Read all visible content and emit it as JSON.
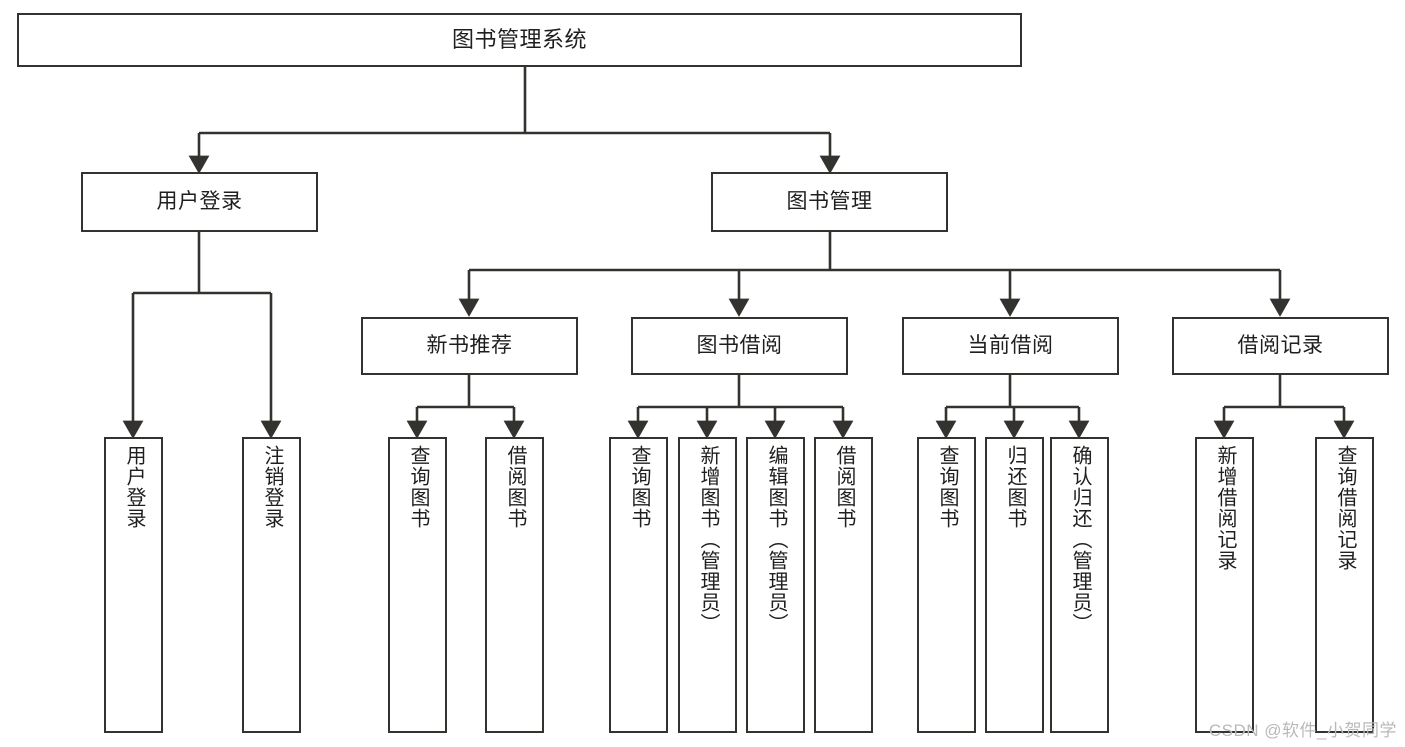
{
  "diagram": {
    "type": "tree",
    "title": "图书管理系统",
    "watermark": "CSDN @软件_小贺同学",
    "colors": {
      "box_border": "#33322f",
      "box_fill": "#ffffff",
      "edge": "#33322f",
      "text": "#1f1f1f",
      "watermark": "#b9b9b9"
    },
    "nodes": {
      "root": {
        "label": "图书管理系统"
      },
      "level2": [
        {
          "label": "用户登录"
        },
        {
          "label": "图书管理"
        }
      ],
      "level3": [
        {
          "label": "新书推荐"
        },
        {
          "label": "图书借阅"
        },
        {
          "label": "当前借阅"
        },
        {
          "label": "借阅记录"
        }
      ],
      "leaves": {
        "user_login": [
          {
            "label": "用户登录"
          },
          {
            "label": "注销登录"
          }
        ],
        "new_book": [
          {
            "label": "查询图书"
          },
          {
            "label": "借阅图书"
          }
        ],
        "borrow_book": [
          {
            "label": "查询图书"
          },
          {
            "label": "新增图书（管理员）"
          },
          {
            "label": "编辑图书（管理员）"
          },
          {
            "label": "借阅图书"
          }
        ],
        "current_borrow": [
          {
            "label": "查询图书"
          },
          {
            "label": "归还图书"
          },
          {
            "label": "确认归还（管理员）"
          }
        ],
        "borrow_record": [
          {
            "label": "新增借阅记录"
          },
          {
            "label": "查询借阅记录"
          }
        ]
      }
    }
  }
}
